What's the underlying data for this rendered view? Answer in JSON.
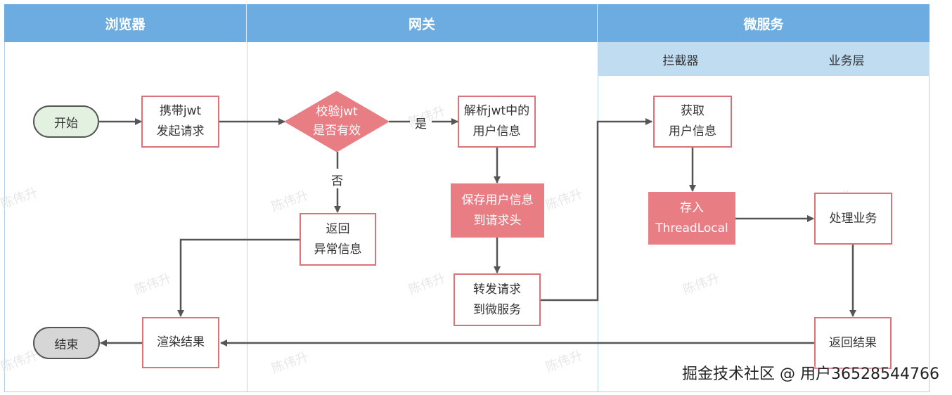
{
  "lanes": {
    "browser": "浏览器",
    "gateway": "网关",
    "microservice": "微服务"
  },
  "sublanes": {
    "interceptor": "拦截器",
    "business_layer": "业务层"
  },
  "nodes": {
    "start": "开始",
    "carry_jwt": [
      "携带jwt",
      "发起请求"
    ],
    "verify_jwt": [
      "校验jwt",
      "是否有效"
    ],
    "parse_jwt": [
      "解析jwt中的",
      "用户信息"
    ],
    "save_header": [
      "保存用户信息",
      "到请求头"
    ],
    "forward": [
      "转发请求",
      "到微服务"
    ],
    "return_error": [
      "返回",
      "异常信息"
    ],
    "get_user": [
      "获取",
      "用户信息"
    ],
    "store_threadlocal": [
      "存入",
      "ThreadLocal"
    ],
    "process_business": [
      "处理业务"
    ],
    "return_result": [
      "返回结果"
    ],
    "render_result": [
      "渲染结果"
    ],
    "end": "结束"
  },
  "edge_labels": {
    "yes": "是",
    "no": "否"
  },
  "watermark": "陈伟升",
  "footer": "掘金技术社区 @ 用户36528544766",
  "colors": {
    "lane_header": "#6cace0",
    "sub_header": "#bfdcf1",
    "node_border": "#d9727a",
    "node_fill": "#e87e84"
  }
}
